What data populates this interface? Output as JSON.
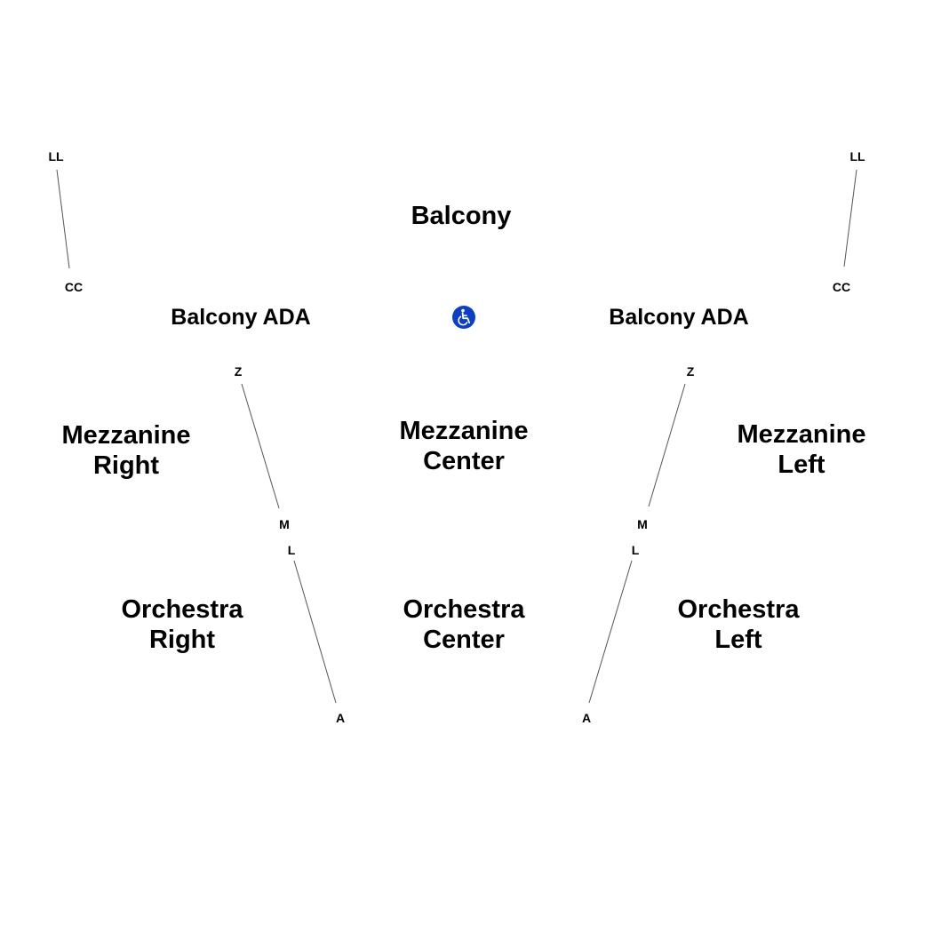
{
  "sections": {
    "balcony": "Balcony",
    "balcony_ada_left": "Balcony ADA",
    "balcony_ada_right": "Balcony ADA",
    "mezzanine_right": [
      "Mezzanine",
      "Right"
    ],
    "mezzanine_center": [
      "Mezzanine",
      "Center"
    ],
    "mezzanine_left": [
      "Mezzanine",
      "Left"
    ],
    "orchestra_right": [
      "Orchestra",
      "Right"
    ],
    "orchestra_center": [
      "Orchestra",
      "Center"
    ],
    "orchestra_left": [
      "Orchestra",
      "Left"
    ]
  },
  "rows": {
    "balcony_left_top": "LL",
    "balcony_left_bottom": "CC",
    "balcony_right_top": "LL",
    "balcony_right_bottom": "CC",
    "mezz_left_aisle_top": "Z",
    "mezz_left_aisle_bottom": "M",
    "mezz_right_aisle_top": "Z",
    "mezz_right_aisle_bottom": "M",
    "orch_left_aisle_top": "L",
    "orch_left_aisle_bottom": "A",
    "orch_right_aisle_top": "L",
    "orch_right_aisle_bottom": "A"
  },
  "icons": {
    "accessibility": "wheelchair-icon"
  },
  "colors": {
    "accessibility_blue": "#0b3fc8",
    "text": "#000000",
    "line": "#555555"
  }
}
